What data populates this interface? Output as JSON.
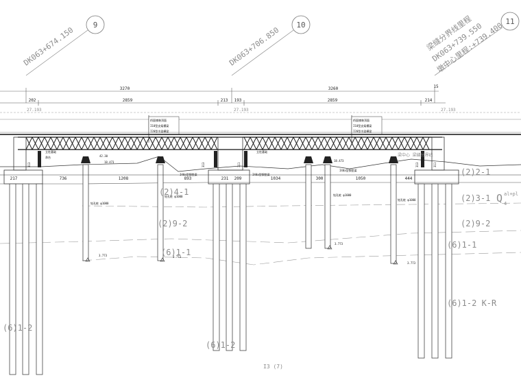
{
  "piers": [
    {
      "id": "9",
      "station": "DK063+674.150"
    },
    {
      "id": "10",
      "station": "DK063+706.850"
    },
    {
      "id": "11",
      "station_lines": [
        "梁缝分界线里程",
        "DK063+739.550",
        "墩中心里程:+739.400"
      ]
    }
  ],
  "spans": [
    "3270",
    "3260"
  ],
  "top_dims": {
    "left": [
      "202",
      "2859",
      "213"
    ],
    "right": [
      "193",
      "2859",
      "214"
    ],
    "mid_right": "15"
  },
  "elevations": [
    "27.193",
    "27.193",
    "27.193"
  ],
  "beam_notes": {
    "left": [
      "桥面铺装顶面",
      "I10型支架横梁",
      "I20型主梁横梁"
    ],
    "right": [
      "桥面铺装顶面",
      "I10型支架横梁",
      "I20型主梁横梁"
    ]
  },
  "small_labels": {
    "ground_a": "42.30",
    "ground_b": "18.473",
    "ground_c": "18.473",
    "pile_cap": "承台",
    "support_left": "立柱基础",
    "support_right": "立柱基础",
    "pile_text_a": "钻孔桩 φ1000",
    "pile_text_b": "钻孔桩 φ1000",
    "pile_text_c": "钻孔桩 φ1000",
    "pile_text_d": "钻孔桩 φ1000",
    "note_a": "I40a型钢垫梁",
    "note_b": "I40a型钢垫梁",
    "note_c": "I40a型钢垫梁",
    "right_note": "梁中心 梁缝分界线",
    "tip_a": "3.773",
    "tip_b": "3.773",
    "tip_c": "3.773",
    "tip_d": "3.773"
  },
  "bottom_dims": [
    "217",
    "736",
    "1208",
    "893",
    "231",
    "209",
    "1034",
    "300",
    "1050",
    "444"
  ],
  "small_dims": [
    "313",
    "313",
    "311",
    "313",
    "311"
  ],
  "strata": [
    "(2)2-1",
    "(2)3-1",
    "(2)9-2",
    "(2)9-2",
    "(6)1-1",
    "(6)1-1",
    "(6)1-2",
    "(6)1-2",
    "(6)1-2  K-R",
    "(2)4-1"
  ],
  "formation_label": "Q",
  "formation_sup": "al+pl",
  "formation_sub": "4",
  "sheet_no": "I3 (7)"
}
